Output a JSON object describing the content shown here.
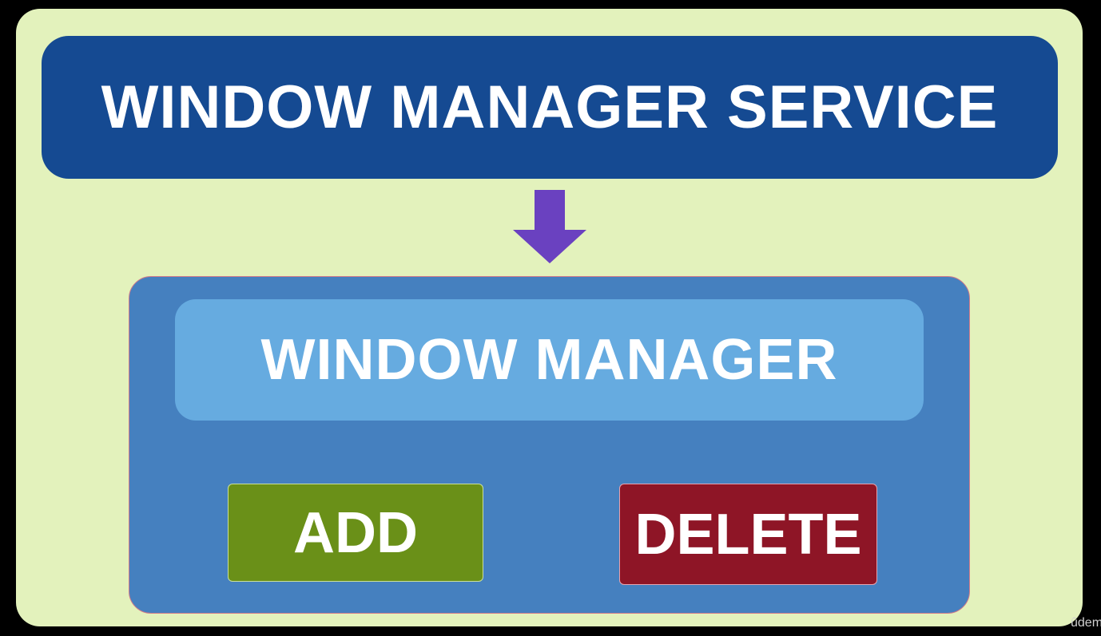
{
  "diagram": {
    "service": {
      "label": "WINDOW MANAGER SERVICE"
    },
    "manager": {
      "label": "WINDOW MANAGER",
      "actions": {
        "add_label": "ADD",
        "delete_label": "DELETE"
      }
    },
    "arrow_icon": "down-arrow-icon"
  },
  "watermark": {
    "text": "ûdem"
  },
  "colors": {
    "background": "#e3f2bc",
    "service_box": "#154a92",
    "manager_container": "#4580bf",
    "manager_box": "#66abe0",
    "add": "#6a9018",
    "delete": "#8e1526",
    "arrow": "#6a41c0"
  }
}
